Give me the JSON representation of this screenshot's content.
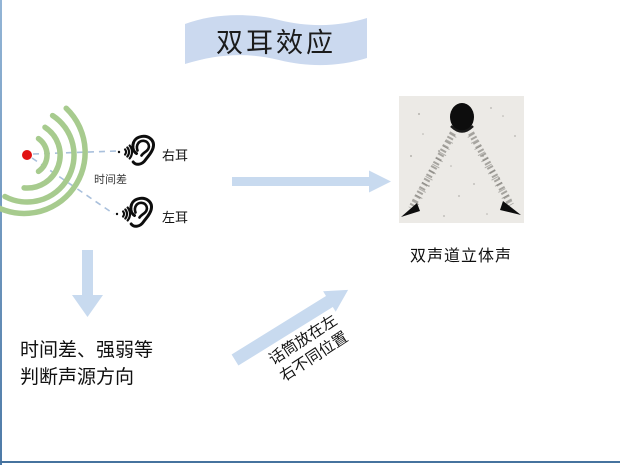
{
  "title": {
    "text": "双耳效应"
  },
  "diagram": {
    "time_diff_label": "时间差",
    "right_ear_label": "右耳",
    "left_ear_label": "左耳",
    "icons": {
      "sound_source": "red-dot-icon",
      "sound_waves": "green-arc-waves-icon",
      "ear": "ear-icon",
      "ear_sound_waves": "small-sound-waves-icon"
    }
  },
  "stereo_image": {
    "caption": "双声道立体声",
    "description_icons": {
      "head": "listener-head-icon",
      "microphones": "microphone-icon"
    }
  },
  "conclusion": {
    "line1": "时间差、强弱等",
    "line2": "判断声源方向"
  },
  "mic_note": {
    "line1": "话筒放在左",
    "line2": "右不同位置"
  },
  "colors": {
    "banner_fill": "#cbd9ef",
    "arrow_fill": "#c8daef",
    "wave_green": "#a7cb8e",
    "source_red": "#e11212",
    "dash_blue": "#a9c0dc",
    "frame_left_top": "#93b5d6",
    "frame_left_bottom": "#4d7aa7",
    "frame_bottom": "#46739e",
    "photo_bg": "#eceae6"
  }
}
